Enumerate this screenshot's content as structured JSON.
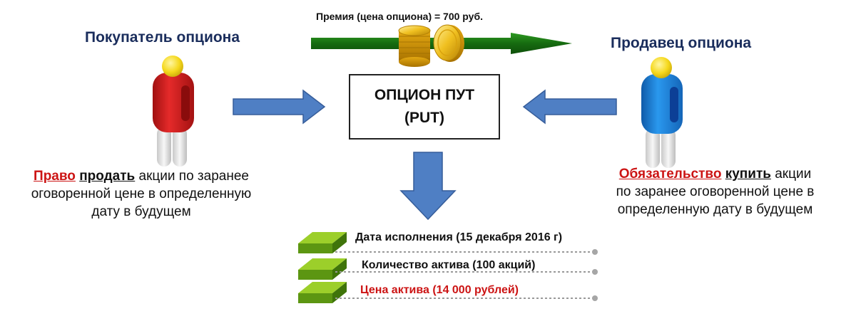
{
  "premium": {
    "label": "Премия (цена опциона) = 700 руб."
  },
  "buyer": {
    "title": "Покупатель опциона",
    "right_word": "Право",
    "action_word": "продать",
    "line1_rest": " акции по заранее",
    "line2": "оговоренной цене в определенную",
    "line3": "дату в будущем"
  },
  "seller": {
    "title": "Продавец опциона",
    "obligation_word": "Обязательство",
    "action_word": "купить",
    "line1_rest": " акции",
    "line2": "по заранее оговоренной цене в",
    "line3": "определенную дату в будущем"
  },
  "option": {
    "line1": "ОПЦИОН ПУТ",
    "line2": "(PUT)"
  },
  "details": [
    {
      "text": "Дата исполнения (15 декабря 2016 г)"
    },
    {
      "text": "Количество актива (100 акций)"
    },
    {
      "text": "Цена актива (14 000 рублей)"
    }
  ],
  "colors": {
    "arrow_blue": "#4f7fc4",
    "arrow_green": "#1a7a14",
    "buyer_body": "#d51d1d",
    "seller_body": "#1c7fd8",
    "head_yellow": "#f5d81c",
    "accent_red": "#cc1414",
    "title_navy": "#1a2d5c"
  },
  "icons": {
    "buyer": "person-red-icon",
    "seller": "person-blue-icon",
    "coins": "gold-coins-icon",
    "bullet": "green-block-icon"
  }
}
